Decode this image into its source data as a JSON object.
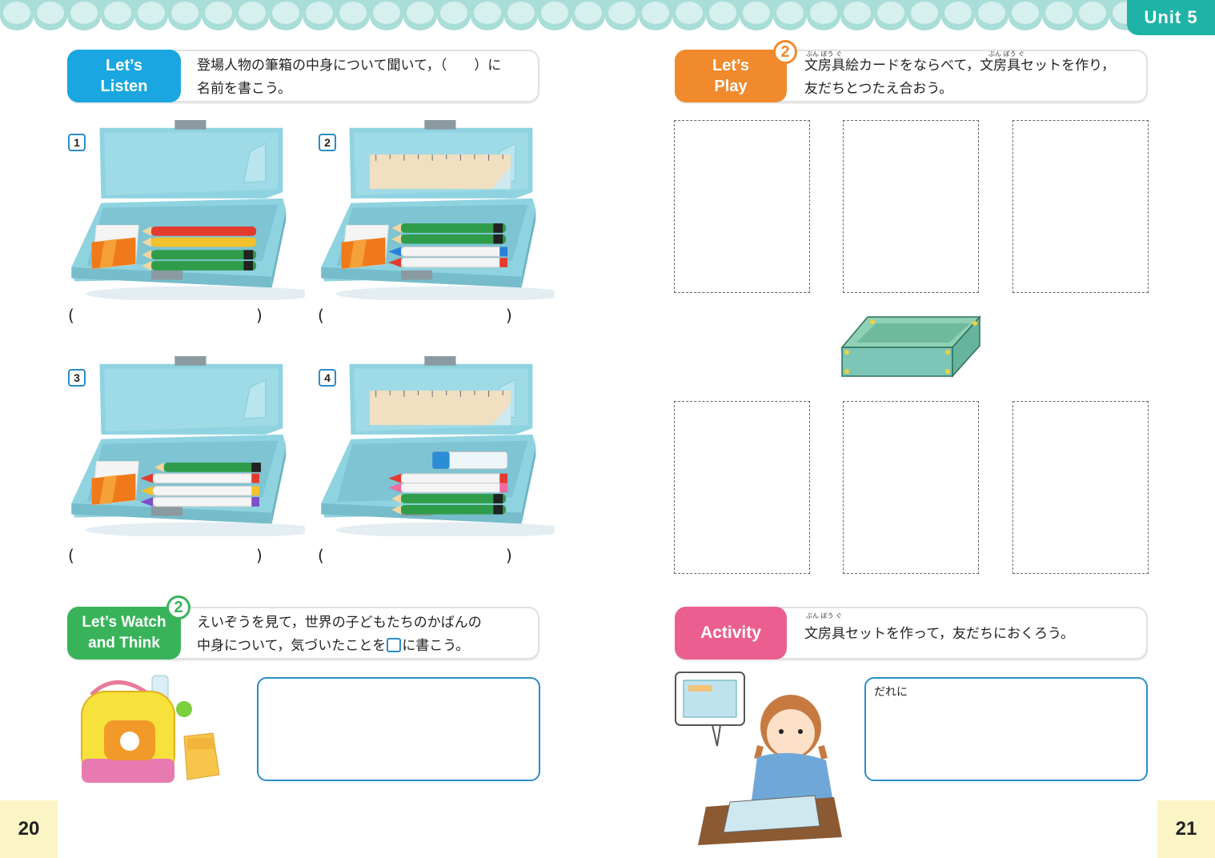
{
  "header": {
    "unit_label": "Unit 5"
  },
  "left_page": {
    "listen": {
      "badge_line1": "Let’s",
      "badge_line2": "Listen",
      "text_line1": "登場人物の筆箱の中身について聞いて，（　　）に",
      "text_line2": "名前を書こう。"
    },
    "cases": [
      {
        "number": "1",
        "paren_open": "(",
        "paren_close": ")"
      },
      {
        "number": "2",
        "paren_open": "(",
        "paren_close": ")"
      },
      {
        "number": "3",
        "paren_open": "(",
        "paren_close": ")"
      },
      {
        "number": "4",
        "paren_open": "(",
        "paren_close": ")"
      }
    ],
    "watch": {
      "badge_line1": "Let’s Watch",
      "badge_line2": "and Think",
      "number": "2",
      "text_line1": "えいぞうを見て，世界の子どもたちのかばんの",
      "text_line2_a": "中身について，気づいたことを",
      "text_line2_b": "に書こう。"
    },
    "page_number": "20"
  },
  "right_page": {
    "play": {
      "badge_line1": "Let’s",
      "badge_line2": "Play",
      "number": "2",
      "ruby1": "ぶん ぼう ぐ",
      "ruby2": "ぶん ぼう ぐ",
      "text_line1": "文房具絵カードをならべて，文房具セットを作り，",
      "text_line2": "友だちとつたえ合おう。"
    },
    "activity": {
      "badge": "Activity",
      "ruby": "ぶん ぼう ぐ",
      "text": "文房具セットを作って，友だちにおくろう。",
      "box_label": "だれに"
    },
    "page_number": "21"
  },
  "colors": {
    "teal": "#1fb3a8",
    "listen_blue": "#1aa6e0",
    "watch_green": "#39b35a",
    "play_orange": "#f08a2c",
    "activity_pink": "#ea5f8f",
    "box_blue": "#2a8dc9",
    "page_num_bg": "#fbf4c4"
  }
}
